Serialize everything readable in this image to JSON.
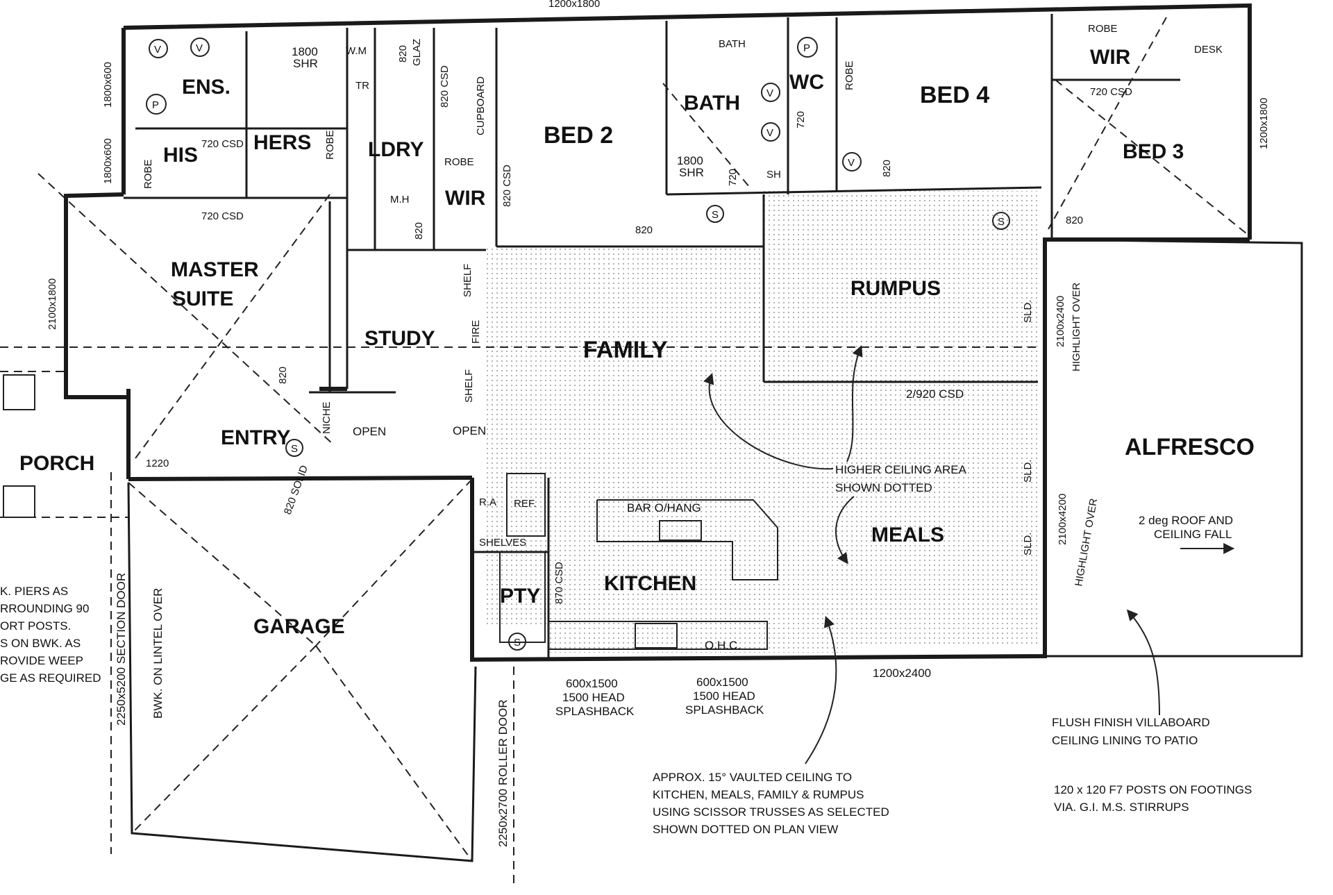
{
  "rooms": {
    "ens": "ENS.",
    "his": "HIS",
    "hers": "HERS",
    "ldry": "LDRY",
    "bed2": "BED 2",
    "bath": "BATH",
    "wc": "WC",
    "bed4": "BED 4",
    "bed3": "BED 3",
    "wir_bed3": "WIR",
    "wir_bed2": "WIR",
    "master_suite_1": "MASTER",
    "master_suite_2": "SUITE",
    "study": "STUDY",
    "family": "FAMILY",
    "rumpus": "RUMPUS",
    "alfresco": "ALFRESCO",
    "porch": "PORCH",
    "entry": "ENTRY",
    "garage": "GARAGE",
    "kitchen": "KITCHEN",
    "meals": "MEALS",
    "pty": "PTY"
  },
  "fixtures": {
    "shr_ens_1": "1800",
    "shr_ens_2": "SHR",
    "wm": "W.M",
    "glaz": "GLAZ",
    "glaz_820": "820",
    "csd_820_cupboard": "820 CSD",
    "cupboard": "CUPBOARD",
    "bath_tub": "BATH",
    "shr_bath_1": "1800",
    "shr_bath_2": "SHR",
    "sh": "SH",
    "robe_wc": "ROBE",
    "robe_bed3": "ROBE",
    "desk": "DESK",
    "robe_hers": "ROBE",
    "robe_his": "ROBE",
    "robe_wir2": "ROBE",
    "tr": "TR",
    "mh": "M.H",
    "shelf_1": "SHELF",
    "fire": "FIRE",
    "shelf_2": "SHELF",
    "niche": "NICHE",
    "open_1": "OPEN",
    "open_2": "OPEN",
    "ra": "R.A",
    "ref": "REF.",
    "shelves": "SHELVES",
    "bar": "BAR O/HANG",
    "ohc": "O.H.C."
  },
  "dimensions": {
    "d_1200x1800_top": "1200x1800",
    "d_720csd_ens": "720 CSD",
    "d_720csd_master": "720 CSD",
    "d_720csd_bed3": "720 CSD",
    "d_720_wc": "720",
    "d_720_bath": "720",
    "d_820_ldry": "820",
    "d_820csd_wir": "820 CSD",
    "d_820_bed2": "820",
    "d_820_bed4": "820",
    "d_820_bed3": "820",
    "d_820_master": "820",
    "d_820_solid": "820 SOLID",
    "d_1220": "1220",
    "d_1800x600_a": "1800x600",
    "d_1800x600_b": "1800x600",
    "d_2100x1800": "2100x1800",
    "d_1200x1800_right": "1200x1800",
    "d_2_920csd": "2/920 CSD",
    "d_870csd": "870 CSD",
    "d_2100x2400": "2100x2400",
    "d_highlight_1": "HIGHLIGHT OVER",
    "d_2100x4200": "2100x4200",
    "d_highlight_2": "HIGHLIGHT OVER",
    "d_sld_1": "SLD.",
    "d_sld_2": "SLD.",
    "d_sld_3": "SLD.",
    "d_600x1500_a": "600x1500",
    "d_1500head_a": "1500 HEAD",
    "d_splash_a": "SPLASHBACK",
    "d_600x1500_b": "600x1500",
    "d_1500head_b": "1500 HEAD",
    "d_splash_b": "SPLASHBACK",
    "d_1200x2400": "1200x2400",
    "d_section_door": "2250x5200 SECTION DOOR",
    "d_lintel": "BWK. ON LINTEL OVER",
    "d_roller_door": "2250x2700 ROLLER DOOR"
  },
  "notes": {
    "higher_ceiling_1": "HIGHER CEILING AREA",
    "higher_ceiling_2": "SHOWN DOTTED",
    "vaulted_1": "APPROX. 15° VAULTED CEILING TO",
    "vaulted_2": "KITCHEN, MEALS, FAMILY & RUMPUS",
    "vaulted_3": "USING SCISSOR TRUSSES AS SELECTED",
    "vaulted_4": "SHOWN DOTTED ON PLAN VIEW",
    "roof_fall_1": "2 deg ROOF AND",
    "roof_fall_2": "CEILING FALL",
    "villaboard_1": "FLUSH FINISH VILLABOARD",
    "villaboard_2": "CEILING LINING TO PATIO",
    "posts_1": "120 x 120 F7 POSTS ON FOOTINGS",
    "posts_2": "VIA. G.I. M.S. STIRRUPS",
    "piers_1": "K. PIERS AS",
    "piers_2": "RROUNDING 90",
    "piers_3": "ORT POSTS.",
    "piers_4": "S ON BWK. AS",
    "piers_5": "ROVIDE WEEP",
    "piers_6": "GE AS REQUIRED"
  },
  "symbols": {
    "v": "V",
    "p": "P",
    "s": "S"
  },
  "colors": {
    "ink": "#1a1a1a",
    "paper": "#ffffff"
  }
}
